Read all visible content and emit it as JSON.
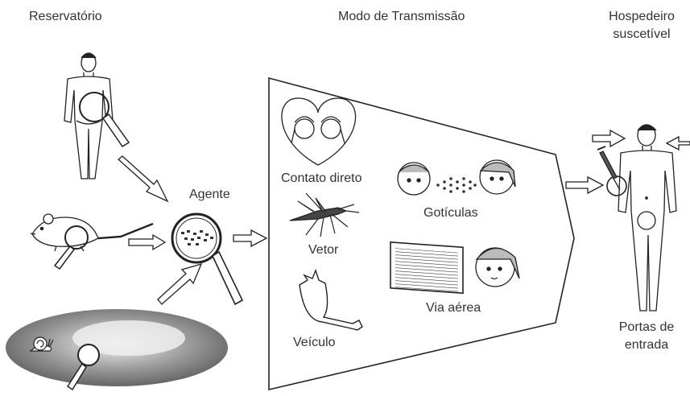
{
  "headers": {
    "reservoir": "Reservatório",
    "transmission": "Modo de Transmissão",
    "host_line1": "Hospedeiro",
    "host_line2": "suscetível"
  },
  "agent_label": "Agente",
  "modes": {
    "direct_contact": "Contato direto",
    "droplets": "Gotículas",
    "vector": "Vetor",
    "airborne": "Via aérea",
    "vehicle": "Veículo"
  },
  "host": {
    "entry_line1": "Portas de",
    "entry_line2": "entrada"
  },
  "colors": {
    "line": "#222222",
    "arrow_fill": "#ffffff",
    "ground_dark": "#6e6e6e",
    "ground_light": "#e6e6e6"
  }
}
